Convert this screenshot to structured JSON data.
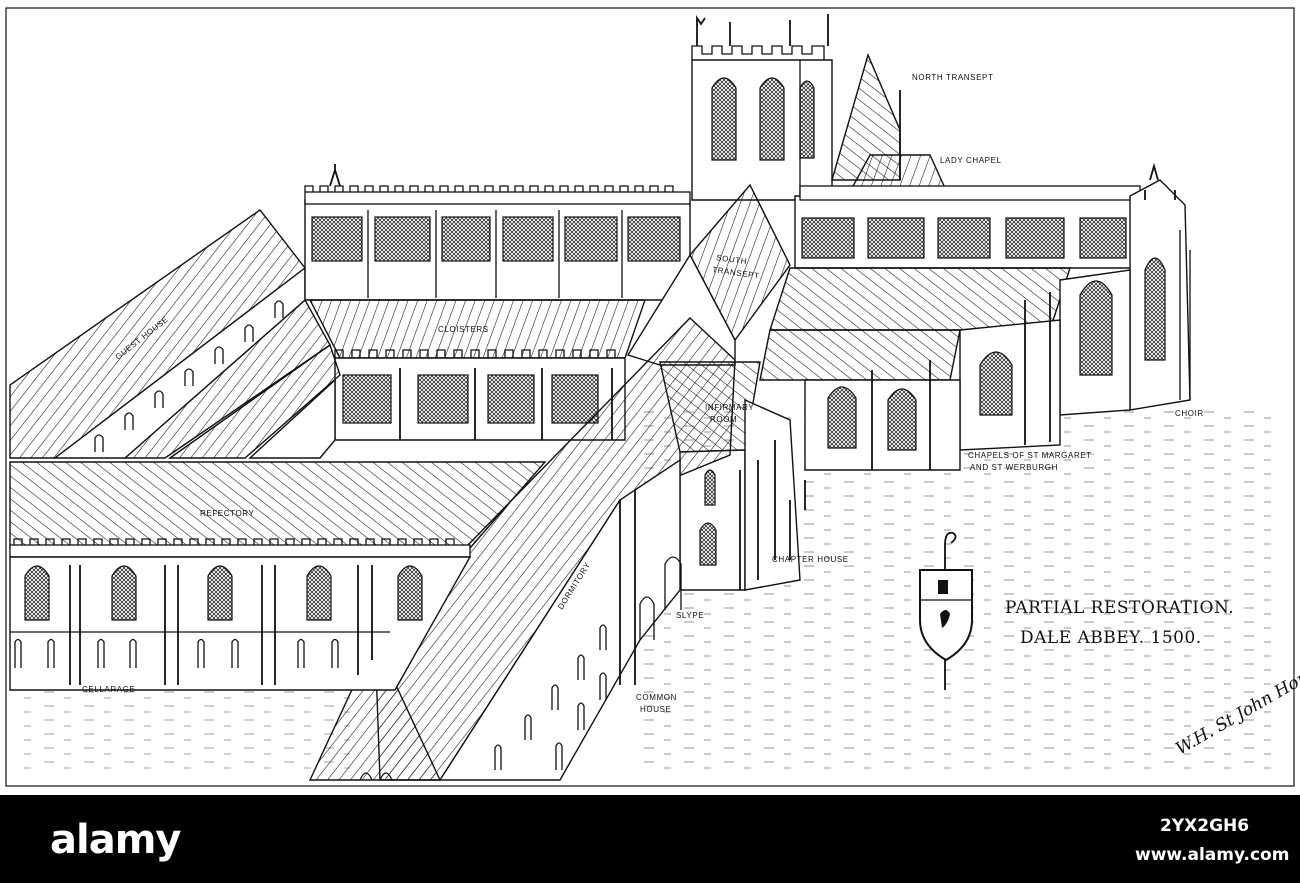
{
  "engraving": {
    "title_line1": "PARTIAL RESTORATION.",
    "title_line2": "DALE ABBEY. 1500.",
    "signature": "W.H. St John Hope",
    "labels": {
      "north_transept": "NORTH TRANSEPT",
      "lady_chapel": "LADY CHAPEL",
      "south_transept_1": "SOUTH",
      "south_transept_2": "TRANSEPT",
      "guest_house": "GUEST HOUSE",
      "cloisters": "CLOISTERS",
      "infirmary_room_1": "INFIRMARY",
      "infirmary_room_2": "ROOM",
      "choir": "CHOIR",
      "chapels_1": "CHAPELS OF ST MARGARET",
      "chapels_2": "AND ST WERBURGH",
      "refectory": "REFECTORY",
      "dormitory": "DORMITORY",
      "chapter_house": "CHAPTER HOUSE",
      "slype": "SLYPE",
      "common_house_1": "COMMON",
      "common_house_2": "HOUSE",
      "cellarage": "CELLARAGE"
    }
  },
  "watermark": {
    "brand": "alamy",
    "image_id": "2YX2GH6",
    "url": "www.alamy.com"
  },
  "colors": {
    "ink": "#111111",
    "paper": "#ffffff",
    "footer": "#000000"
  }
}
